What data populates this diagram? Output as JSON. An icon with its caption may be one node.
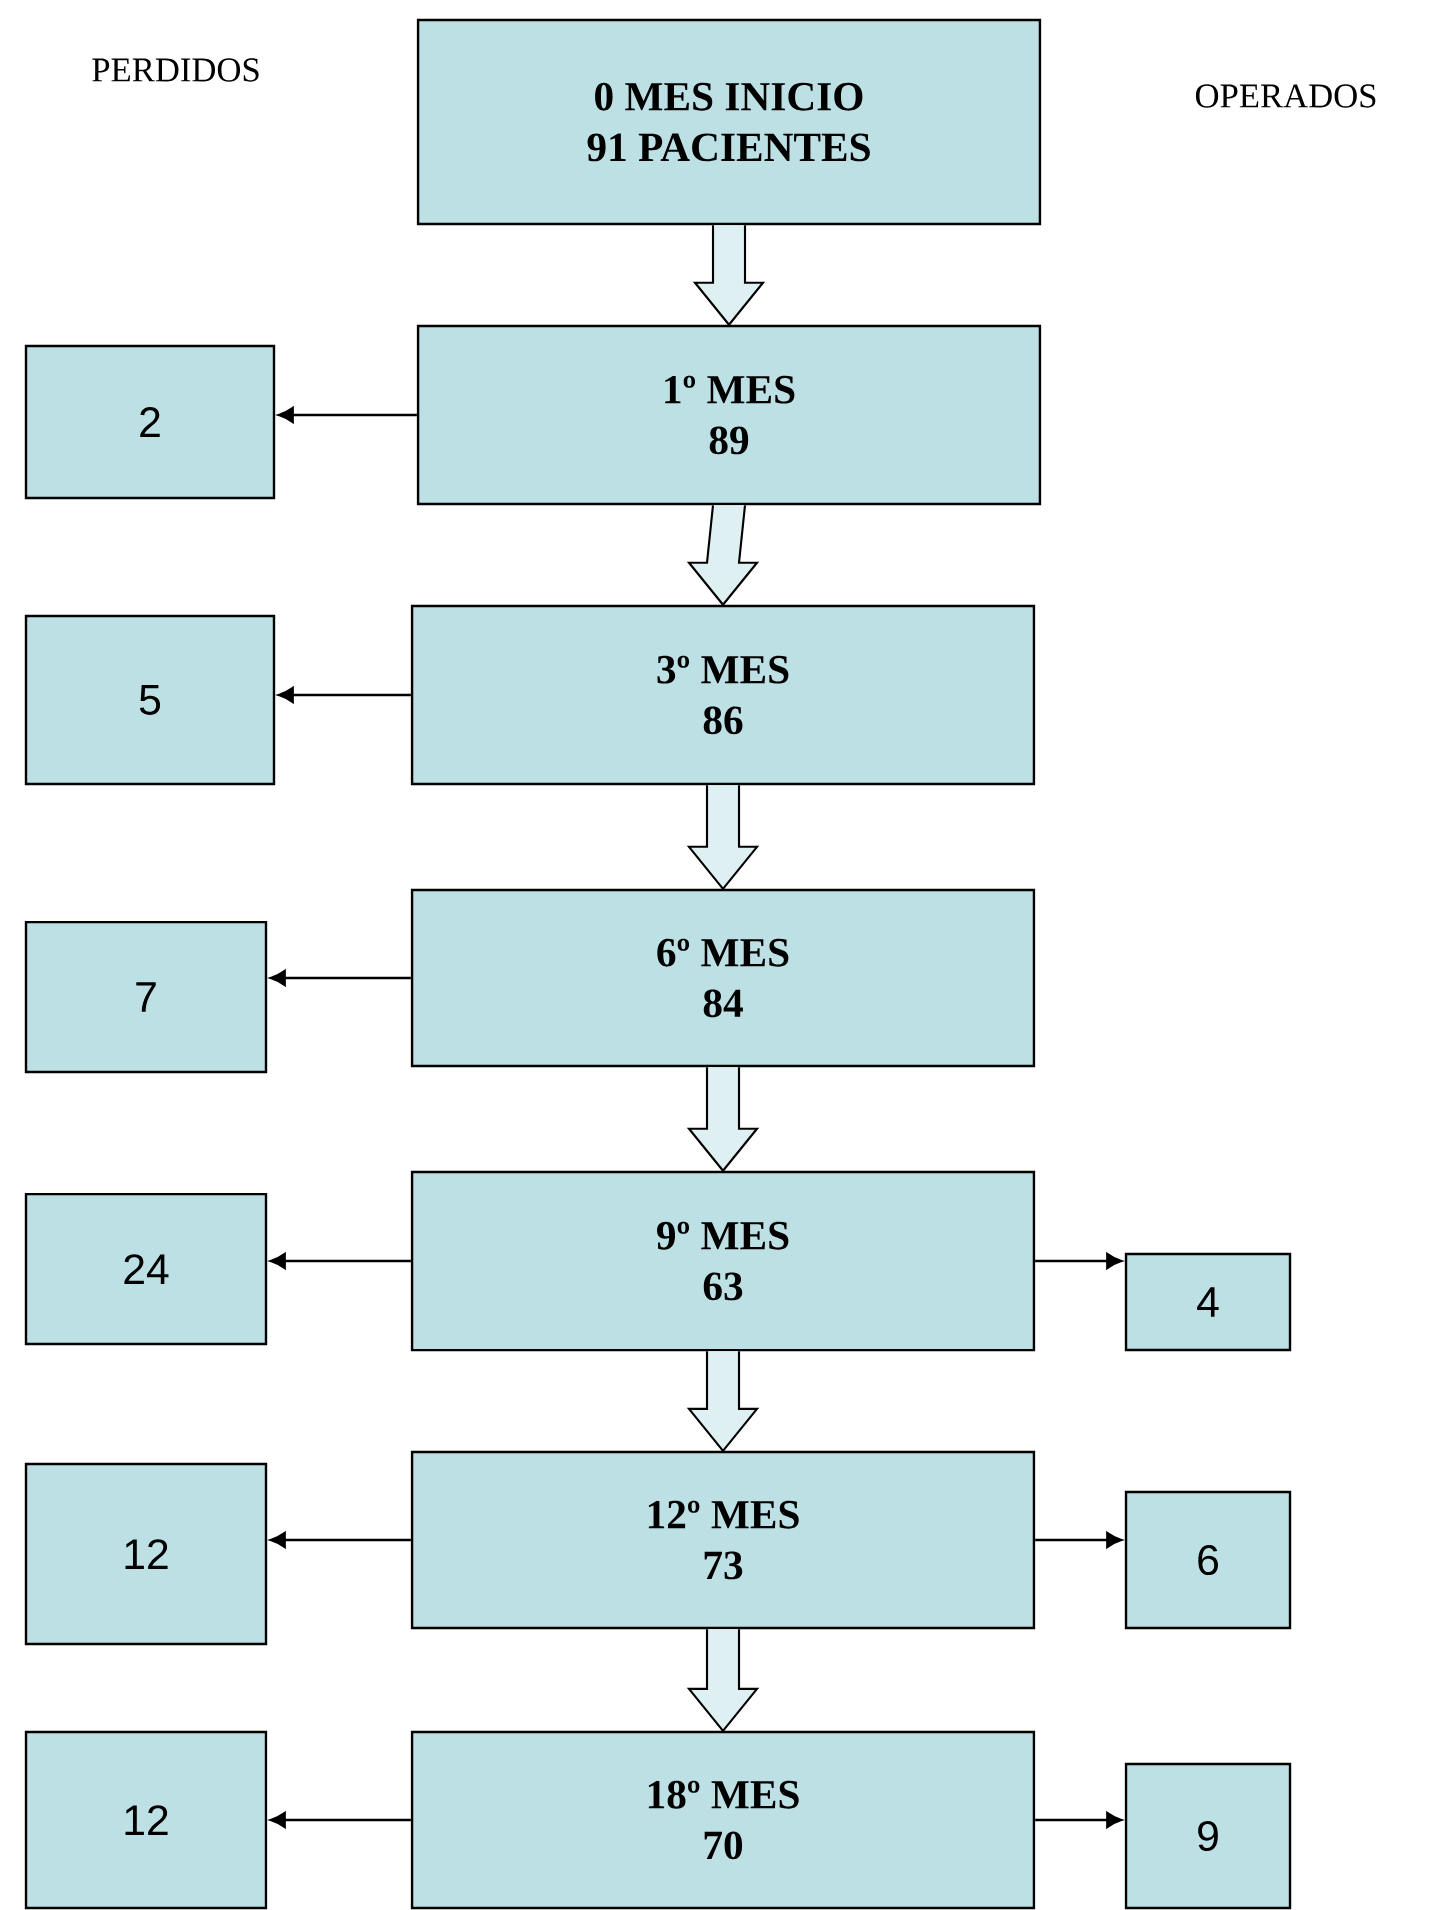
{
  "diagram": {
    "nodes": [
      {
        "text": [
          "0 MES INICIO",
          "91 PACIENTES"
        ]
      },
      {
        "text": [
          "2"
        ]
      },
      {
        "text": [
          "1º MES",
          "89"
        ]
      },
      {
        "text": [
          "5"
        ]
      },
      {
        "text": [
          "3º MES",
          "86"
        ]
      },
      {
        "text": [
          "7"
        ]
      },
      {
        "text": [
          "6º MES",
          "84"
        ]
      },
      {
        "text": [
          "24"
        ]
      },
      {
        "text": [
          "9º MES",
          "63"
        ]
      },
      {
        "text": [
          "4"
        ]
      },
      {
        "text": [
          "12"
        ]
      },
      {
        "text": [
          "12º MES",
          "73"
        ]
      },
      {
        "text": [
          "6"
        ]
      },
      {
        "text": [
          "12"
        ]
      },
      {
        "text": [
          "18º MES",
          "70"
        ]
      },
      {
        "text": [
          "9"
        ]
      }
    ],
    "edges": [
      {
        "from": 0,
        "to": 2,
        "arrow": "to",
        "style": "thick"
      },
      {
        "from": 2,
        "to": 1,
        "arrow": "to"
      },
      {
        "from": 2,
        "to": 4,
        "arrow": "to",
        "style": "thick"
      },
      {
        "from": 4,
        "to": 3,
        "arrow": "to"
      },
      {
        "from": 4,
        "to": 6,
        "arrow": "to",
        "style": "thick"
      },
      {
        "from": 6,
        "to": 5,
        "arrow": "to"
      },
      {
        "from": 6,
        "to": 8,
        "arrow": "to",
        "style": "thick"
      },
      {
        "from": 8,
        "to": 7,
        "arrow": "to"
      },
      {
        "from": 8,
        "to": 9,
        "arrow": "to"
      },
      {
        "from": 8,
        "to": 11,
        "arrow": "to",
        "style": "thick"
      },
      {
        "from": 11,
        "to": 10,
        "arrow": "to"
      },
      {
        "from": 11,
        "to": 12,
        "arrow": "to"
      },
      {
        "from": 11,
        "to": 14,
        "arrow": "to",
        "style": "thick"
      },
      {
        "from": 14,
        "to": 13,
        "arrow": "to"
      },
      {
        "from": 14,
        "to": 15,
        "arrow": "to"
      }
    ],
    "labels": [
      "PERDIDOS",
      "OPERADOS"
    ]
  }
}
